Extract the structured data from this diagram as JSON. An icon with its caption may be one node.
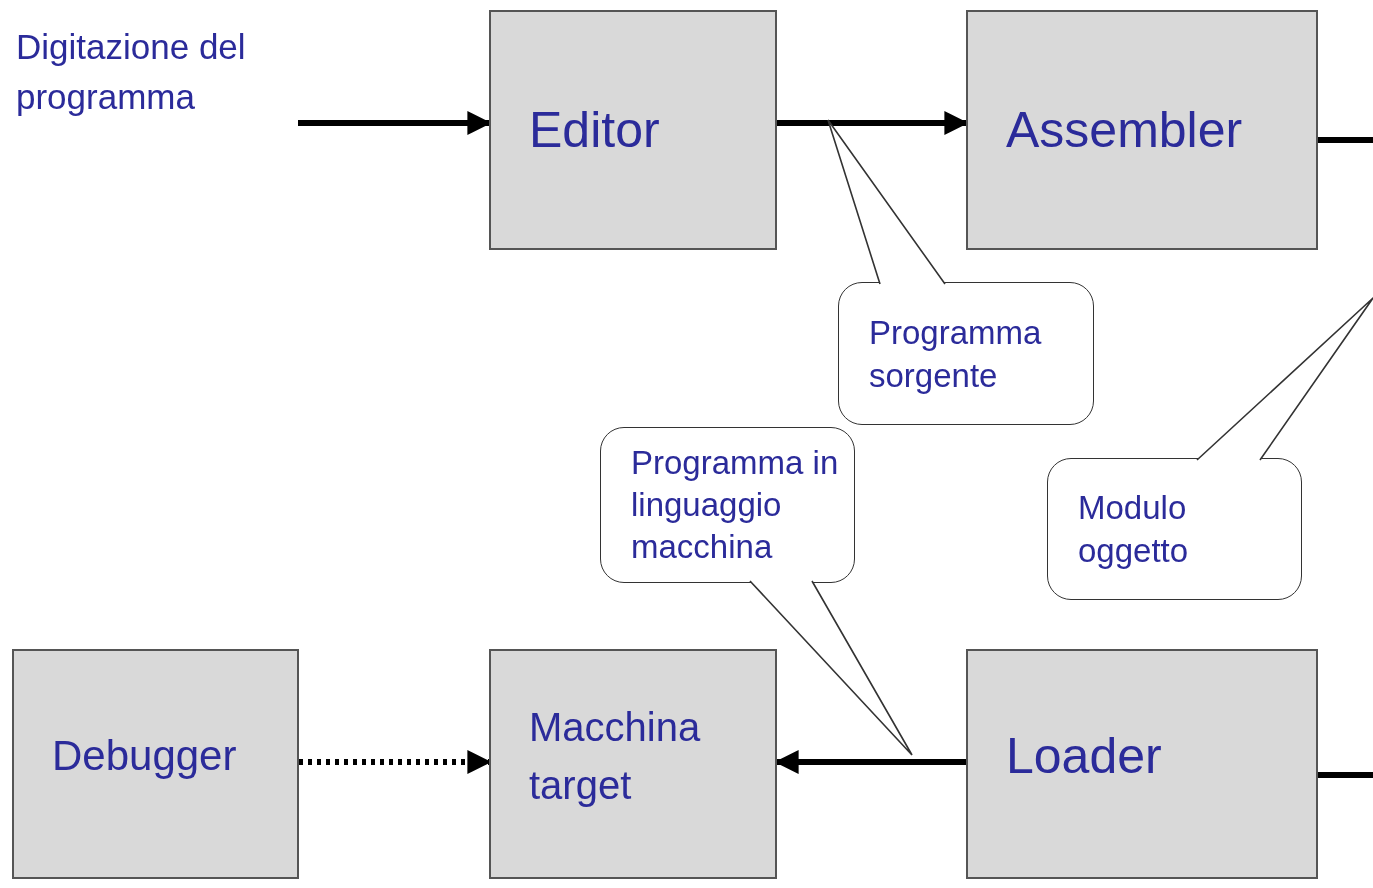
{
  "diagram": {
    "nodes": [
      {
        "text": [
          "Digitazione del programma"
        ]
      },
      {
        "text": [
          "Editor"
        ]
      },
      {
        "text": [
          "Assembler"
        ]
      },
      {
        "text": [
          "Programma sorgente"
        ]
      },
      {
        "text": [
          "Programma in linguaggio macchina"
        ]
      },
      {
        "text": [
          "Modulo oggetto"
        ]
      },
      {
        "text": [
          "Debugger"
        ]
      },
      {
        "text": [
          "Macchina target"
        ]
      },
      {
        "text": [
          "Loader"
        ]
      }
    ],
    "edges": [
      {
        "from": 0,
        "to": 1,
        "arrow": "to"
      },
      {
        "from": 1,
        "to": 2,
        "arrow": "to"
      },
      {
        "from": 2,
        "to": null,
        "arrow": "none"
      },
      {
        "from": null,
        "to": 8,
        "arrow": "none"
      },
      {
        "from": 8,
        "to": 7,
        "arrow": "to"
      },
      {
        "from": 6,
        "to": 7,
        "arrow": "to",
        "style": "dashed"
      }
    ]
  }
}
